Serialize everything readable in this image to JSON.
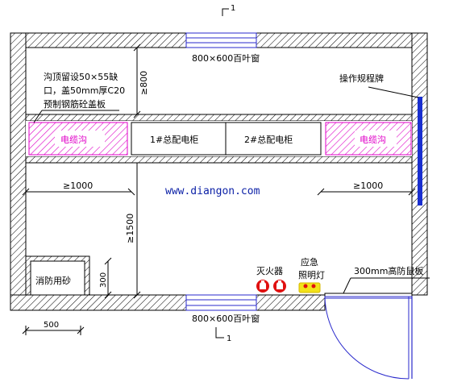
{
  "section_marks": {
    "top": "1",
    "bottom": "1"
  },
  "windows": {
    "top_label": "800×600百叶窗",
    "bottom_label": "800×600百叶窗"
  },
  "trench_note": {
    "line1": "沟顶留设50×55缺",
    "line2": "口，盖50mm厚C20",
    "line3": "预制钢筋砼盖板"
  },
  "dimensions": {
    "top_gap": "≥800",
    "left_clear": "≥1000",
    "right_clear": "≥1000",
    "front_clear": "≥1500",
    "sand_height": "300",
    "sand_width": "500"
  },
  "equipment": {
    "cable_trench_left": "电缆沟",
    "cable_trench_right": "电缆沟",
    "cabinet_1": "1#总配电柜",
    "cabinet_2": "2#总配电柜"
  },
  "labels": {
    "sign_board": "操作规程牌",
    "fire_extinguisher": "灭火器",
    "emergency_light_1": "应急",
    "emergency_light_2": "照明灯",
    "rat_board": "300mm高防鼠板",
    "fire_sand": "消防用砂"
  },
  "watermark": "www.diangon.com",
  "colors": {
    "hatch_pink": "#e000c8",
    "sign_blue": "#1a2fd0",
    "window_blue": "#2a2acc",
    "extinguisher_red": "#e01010",
    "light_yellow": "#f2e21a",
    "watermark_blue": "#0a1fa6"
  }
}
